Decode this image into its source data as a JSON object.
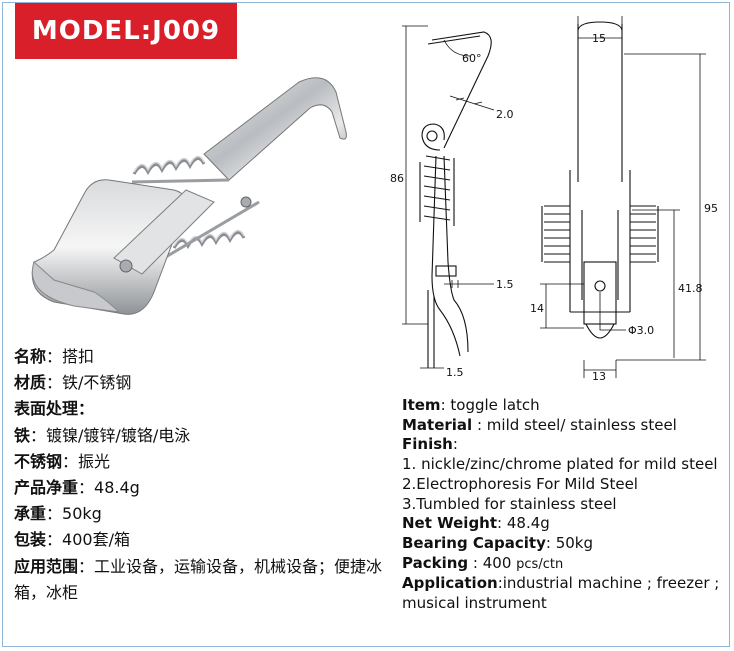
{
  "model": {
    "label": "MODEL:J009"
  },
  "drawing": {
    "dims": {
      "angle": "60°",
      "thickness": "2.0",
      "height_left": "86",
      "gap_1_5_right": "1.5",
      "gap_1_5_bottom": "1.5",
      "width_top": "15",
      "height_right": "95",
      "len_41_8": "41.8",
      "len_14": "14",
      "hole": "Φ3.0",
      "width_bottom": "13"
    }
  },
  "spec_cn": {
    "name": {
      "key": "名称",
      "sep": "：",
      "value": "搭扣"
    },
    "material": {
      "key": "材质",
      "sep": "：",
      "value": "铁/不锈钢"
    },
    "surface": {
      "key": "表面处理",
      "sep": "："
    },
    "iron": {
      "key": "铁",
      "sep": "：",
      "value": "镀镍/镀锌/镀铬/电泳"
    },
    "stainless": {
      "key": "不锈钢",
      "sep": "：",
      "value": "振光"
    },
    "weight": {
      "key": "产品净重",
      "sep": "：",
      "value": "48.4g"
    },
    "load": {
      "key": "承重",
      "sep": "：",
      "value": "50kg"
    },
    "packing": {
      "key": "包装",
      "sep": "：",
      "value": "400套/箱"
    },
    "application": {
      "key": "应用范围",
      "sep": "：",
      "value": "工业设备，运输设备，机械设备；便捷冰箱，冰柜"
    }
  },
  "spec_en": {
    "item": {
      "key": "Item",
      "value": ": toggle latch"
    },
    "material": {
      "key": "Material",
      "value": " : mild steel/ stainless steel"
    },
    "finish": {
      "key": "Finish",
      "value": ":"
    },
    "finish_1": "1. nickle/zinc/chrome plated for mild steel",
    "finish_2": "2.Electrophoresis For Mild Steel",
    "finish_3": "3.Tumbled for stainless steel",
    "net_weight": {
      "key": "Net Weight",
      "value": ": 48.4g"
    },
    "bearing": {
      "key": "Bearing Capacity",
      "value": ": 50kg"
    },
    "packing": {
      "key": "Packing",
      "value": " : 400 ",
      "unit": "pcs/ctn"
    },
    "application": {
      "key": "Application",
      "value": ":industrial machine ; freezer ; musical instrument"
    }
  }
}
